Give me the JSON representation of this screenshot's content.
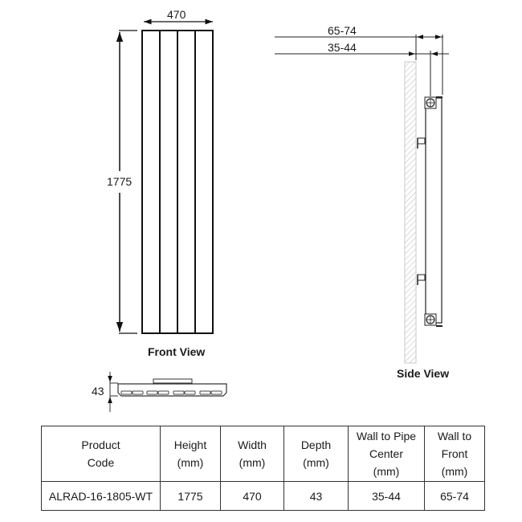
{
  "front_view": {
    "title": "Front View",
    "width_label": "470",
    "height_label": "1775",
    "columns": 4
  },
  "top_view": {
    "depth_label": "43"
  },
  "side_view": {
    "title": "Side View",
    "wall_to_front_label": "65-74",
    "wall_to_pipe_label": "35-44"
  },
  "table": {
    "headers": [
      {
        "line1": "Product",
        "line2": "Code",
        "line3": ""
      },
      {
        "line1": "Height",
        "line2": "(mm)",
        "line3": ""
      },
      {
        "line1": "Width",
        "line2": "(mm)",
        "line3": ""
      },
      {
        "line1": "Depth",
        "line2": "(mm)",
        "line3": ""
      },
      {
        "line1": "Wall to Pipe",
        "line2": "Center",
        "line3": "(mm)"
      },
      {
        "line1": "Wall to",
        "line2": "Front",
        "line3": "(mm)"
      }
    ],
    "rows": [
      [
        "ALRAD-16-1805-WT",
        "1775",
        "470",
        "43",
        "35-44",
        "65-74"
      ]
    ]
  }
}
